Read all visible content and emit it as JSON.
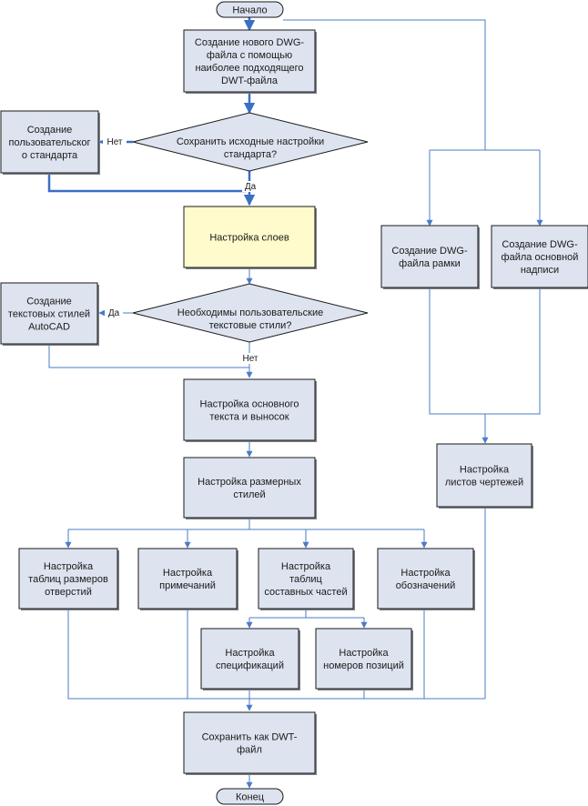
{
  "start_label": "Начало",
  "end_label": "Конец",
  "steps": {
    "create_dwg": [
      "Создание нового DWG-",
      "файла с помощью",
      "наиболее подходящего",
      "DWT-файла"
    ],
    "keep_standard": [
      "Сохранить исходные настройки",
      "стандарта?"
    ],
    "custom_standard": [
      "Создание",
      "пользовательског",
      "о стандарта"
    ],
    "layers": [
      "Настройка слоев"
    ],
    "text_styles_q": [
      "Необходимы пользовательские",
      "текстовые стили?"
    ],
    "text_styles": [
      "Создание",
      "текстовых стилей",
      "AutoCAD"
    ],
    "main_text": [
      "Настройка основного",
      "текста и выносок"
    ],
    "dim_styles": [
      "Настройка размерных",
      "стилей"
    ],
    "hole_tables": [
      "Настройка",
      "таблиц размеров",
      "отверстий"
    ],
    "notes": [
      "Настройка",
      "примечаний"
    ],
    "parts_tables": [
      "Настройка",
      "таблиц",
      "составных частей"
    ],
    "symbols": [
      "Настройка",
      "обозначений"
    ],
    "specs": [
      "Настройка",
      "спецификаций"
    ],
    "balloons": [
      "Настройка",
      "номеров позиций"
    ],
    "save_dwt": [
      "Сохранить как DWT-",
      "файл"
    ],
    "frame_dwg": [
      "Создание DWG-",
      "файла рамки"
    ],
    "title_block_dwg": [
      "Создание DWG-",
      "файла основной",
      "надписи"
    ],
    "sheets": [
      "Настройка",
      "листов чертежей"
    ]
  },
  "labels": {
    "no_1": "Нет",
    "yes_1": "Да",
    "yes_2": "Да",
    "no_2": "Нет"
  }
}
